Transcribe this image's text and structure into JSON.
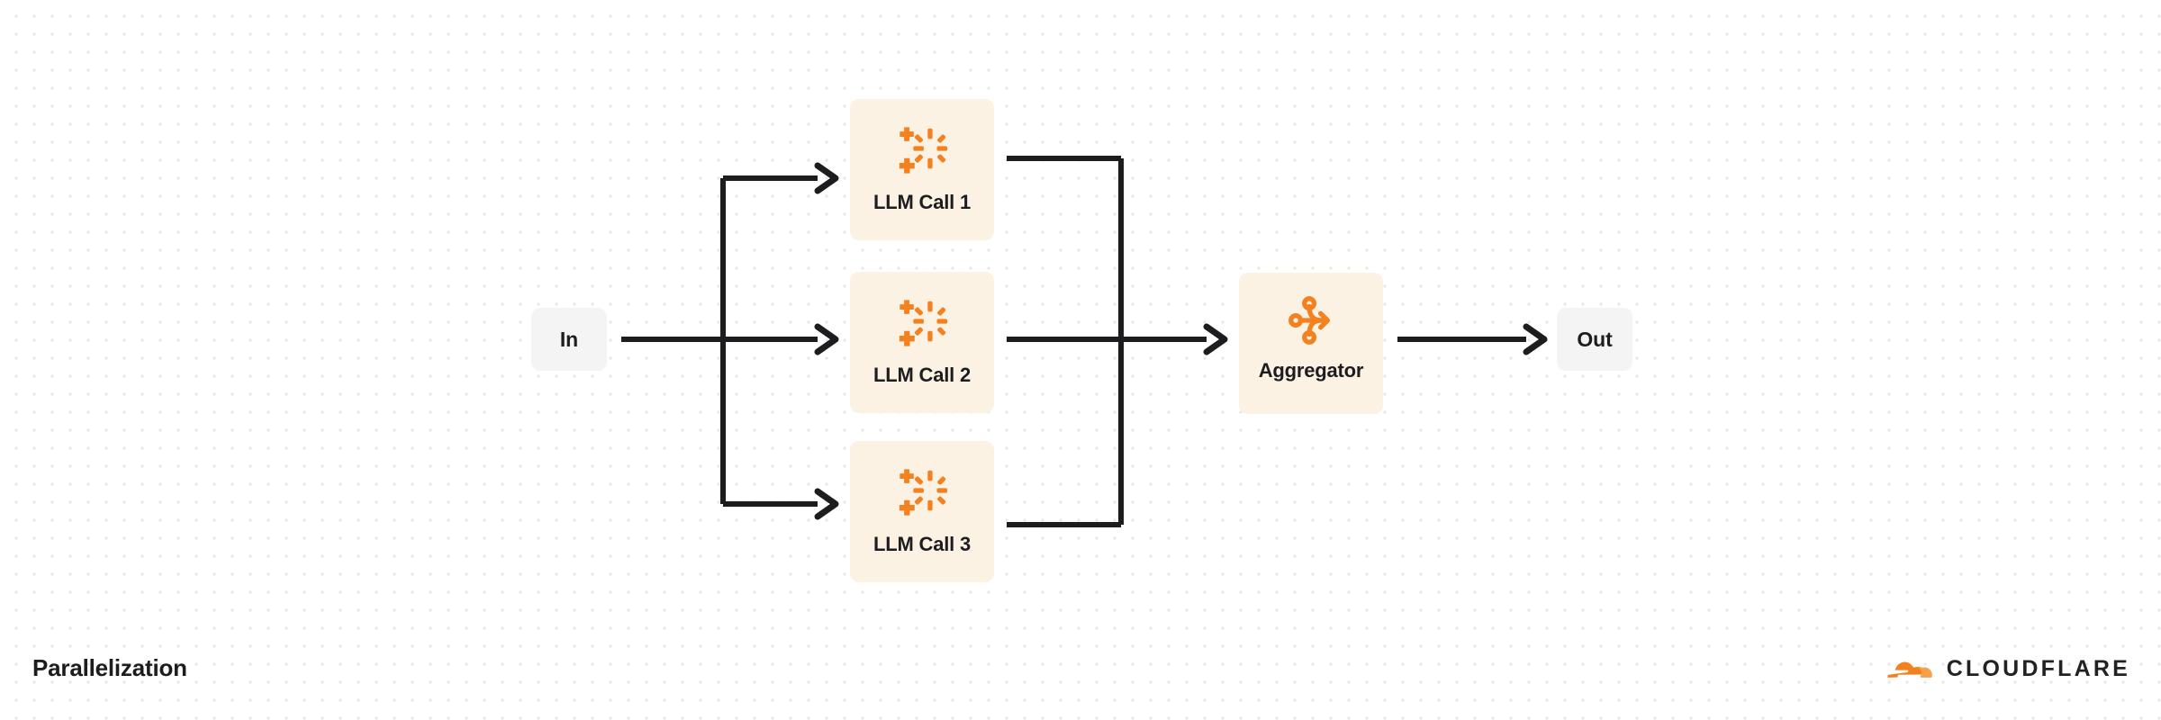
{
  "diagram": {
    "title": "Parallelization",
    "type": "flow-diagram",
    "colors": {
      "accent_orange": "#f48120",
      "node_cream": "#fbf2e4",
      "node_gray": "#f4f4f5",
      "wire_black": "#1d1d1f",
      "grid_dot": "#e7e7e7",
      "background": "#ffffff",
      "text": "#1d1d1f"
    },
    "nodes": [
      {
        "id": "in",
        "label": "In",
        "kind": "io",
        "icon": "none"
      },
      {
        "id": "llm1",
        "label": "LLM Call 1",
        "kind": "llm",
        "icon": "ai-sparkle-icon"
      },
      {
        "id": "llm2",
        "label": "LLM Call 2",
        "kind": "llm",
        "icon": "ai-sparkle-icon"
      },
      {
        "id": "llm3",
        "label": "LLM Call 3",
        "kind": "llm",
        "icon": "ai-sparkle-icon"
      },
      {
        "id": "agg",
        "label": "Aggregator",
        "kind": "aggregator",
        "icon": "merge-arrow-icon"
      },
      {
        "id": "out",
        "label": "Out",
        "kind": "io",
        "icon": "none"
      }
    ],
    "edges": [
      {
        "from": "in",
        "to": "llm1",
        "style": "orthogonal",
        "arrow": true
      },
      {
        "from": "in",
        "to": "llm2",
        "style": "straight",
        "arrow": true
      },
      {
        "from": "in",
        "to": "llm3",
        "style": "orthogonal",
        "arrow": true
      },
      {
        "from": "llm1",
        "to": "agg",
        "style": "orthogonal",
        "arrow": false
      },
      {
        "from": "llm2",
        "to": "agg",
        "style": "straight",
        "arrow": true
      },
      {
        "from": "llm3",
        "to": "agg",
        "style": "orthogonal",
        "arrow": false
      },
      {
        "from": "agg",
        "to": "out",
        "style": "straight",
        "arrow": true
      }
    ]
  },
  "branding": {
    "wordmark": "CLOUDFLARE",
    "logo_icon": "cloudflare-cloud-icon"
  }
}
